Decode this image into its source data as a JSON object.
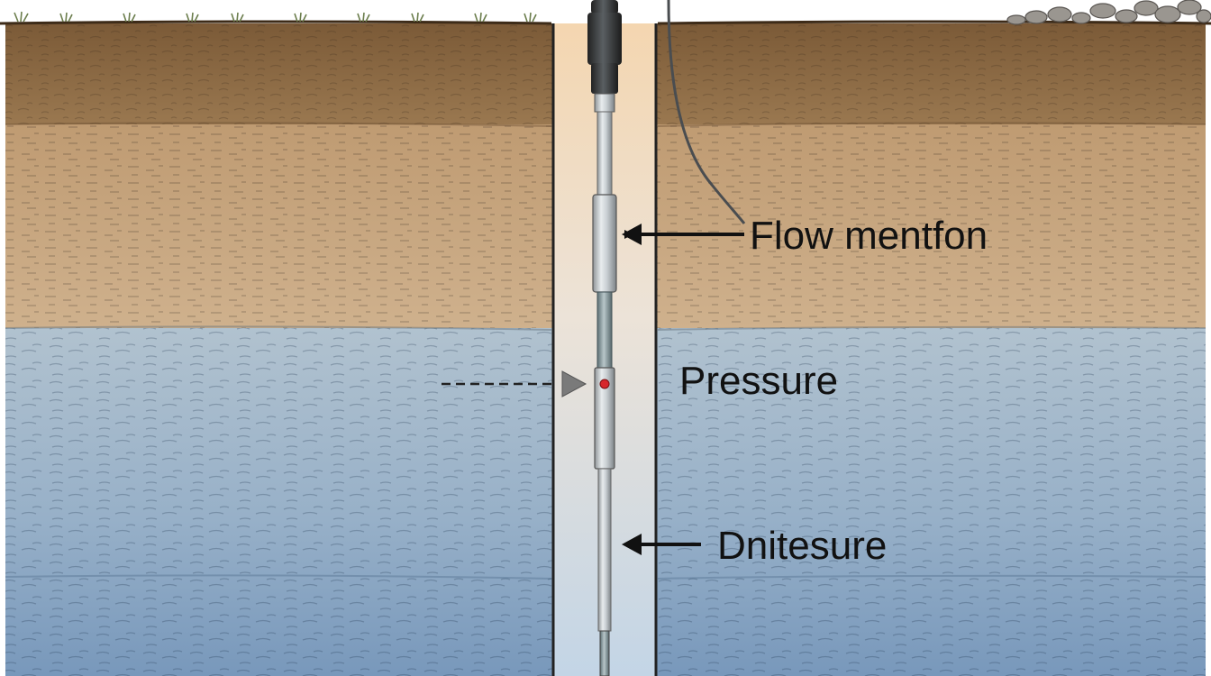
{
  "labels": {
    "flow": "Flow mentfon",
    "pressure": "Pressure",
    "density": "Dnitesure"
  },
  "colors": {
    "topsoil": "#8a6a43",
    "sand_upper": "#c4a27a",
    "sand_lower": "#c8ab86",
    "aquifer_upper": "#a9bccc",
    "aquifer_lower": "#7e9dbf",
    "borehole_top": "#f3d8b3",
    "borehole_bottom": "#c9d8e6",
    "sensor_marker": "#d7262b",
    "arrow": "#111111",
    "dashed_arrow": "#6f6f6f"
  },
  "icons": [
    "probe-cable",
    "pressure-sensor-dot",
    "surface-grass",
    "surface-rocks"
  ]
}
